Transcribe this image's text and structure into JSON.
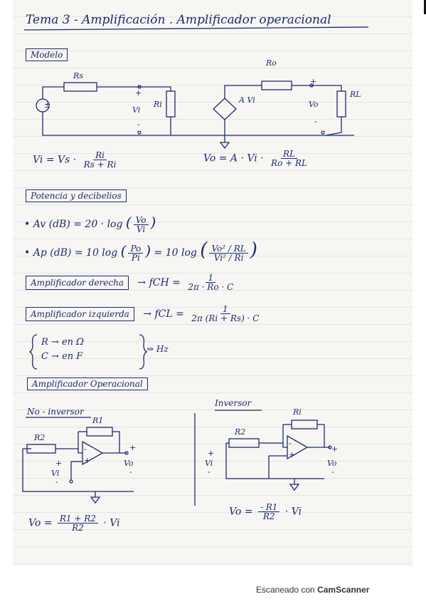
{
  "header": {
    "title": "Tema 3 - Amplificación . Amplificador operacional"
  },
  "modelo": {
    "label": "Modelo",
    "circuit_labels": {
      "rs": "Rs",
      "plus": "+",
      "vi": "Vi",
      "ri": "Ri",
      "minus": "-",
      "ro": "Ro",
      "a_vi": "A Vi",
      "plus2": "+",
      "vo": "Vo",
      "minus2": "-",
      "rl": "RL"
    },
    "formula_vi": {
      "lhs": "Vi = Vs ·",
      "num": "Ri",
      "den": "Rs + Ri"
    },
    "formula_vo": {
      "lhs": "Vo = A · Vi ·",
      "num": "RL",
      "den": "Ro + RL"
    }
  },
  "potencia": {
    "label": "Potencia y decibelios",
    "av": {
      "lhs": "• Av (dB) = 20 · log",
      "num": "Vo",
      "den": "Vi"
    },
    "ap": {
      "lhs": "• Ap (dB) = 10 log",
      "num1": "Po",
      "den1": "Pi",
      "mid": "= 10 log",
      "num2": "Vo² / RL",
      "den2": "Vi² / Ri"
    }
  },
  "amp_derecha": {
    "label": "Amplificador derecha",
    "arrow": "→ fCH =",
    "num": "1",
    "den": "2π · Ro · C"
  },
  "amp_izquierda": {
    "label": "Amplificador izquierda",
    "arrow": "→ fCL =",
    "num": "1",
    "den": "2π (Ri + Rs) · C",
    "units_line1": "R → en Ω",
    "units_line2": "C → en F",
    "units_result": "⇒ Hz"
  },
  "amp_operacional": {
    "label": "Amplificador Operacional",
    "no_inversor": {
      "title": "No - inversor",
      "labels": {
        "r1": "R1",
        "r2": "R2",
        "minus": "-",
        "plus": "+",
        "vi_plus": "+",
        "vi": "Vi",
        "vi_minus": "-",
        "vo_plus": "+",
        "vo": "Vo",
        "vo_minus": "-"
      },
      "formula": {
        "lhs": "Vo =",
        "num": "R1 + R2",
        "den": "R2",
        "rhs": "· Vi"
      }
    },
    "inversor": {
      "title": "Inversor",
      "labels": {
        "ri": "Ri",
        "r2": "R2",
        "minus": "-",
        "plus": "+",
        "vi_plus": "+",
        "vi": "Vi",
        "vi_minus": "-",
        "vo_plus": "+",
        "vo": "Vo",
        "vo_minus": "-"
      },
      "formula": {
        "lhs": "Vo =",
        "num": "- R1",
        "den": "R2",
        "rhs": "· Vi"
      }
    }
  },
  "footer": {
    "prefix": "Escaneado con",
    "brand": "CamScanner"
  }
}
